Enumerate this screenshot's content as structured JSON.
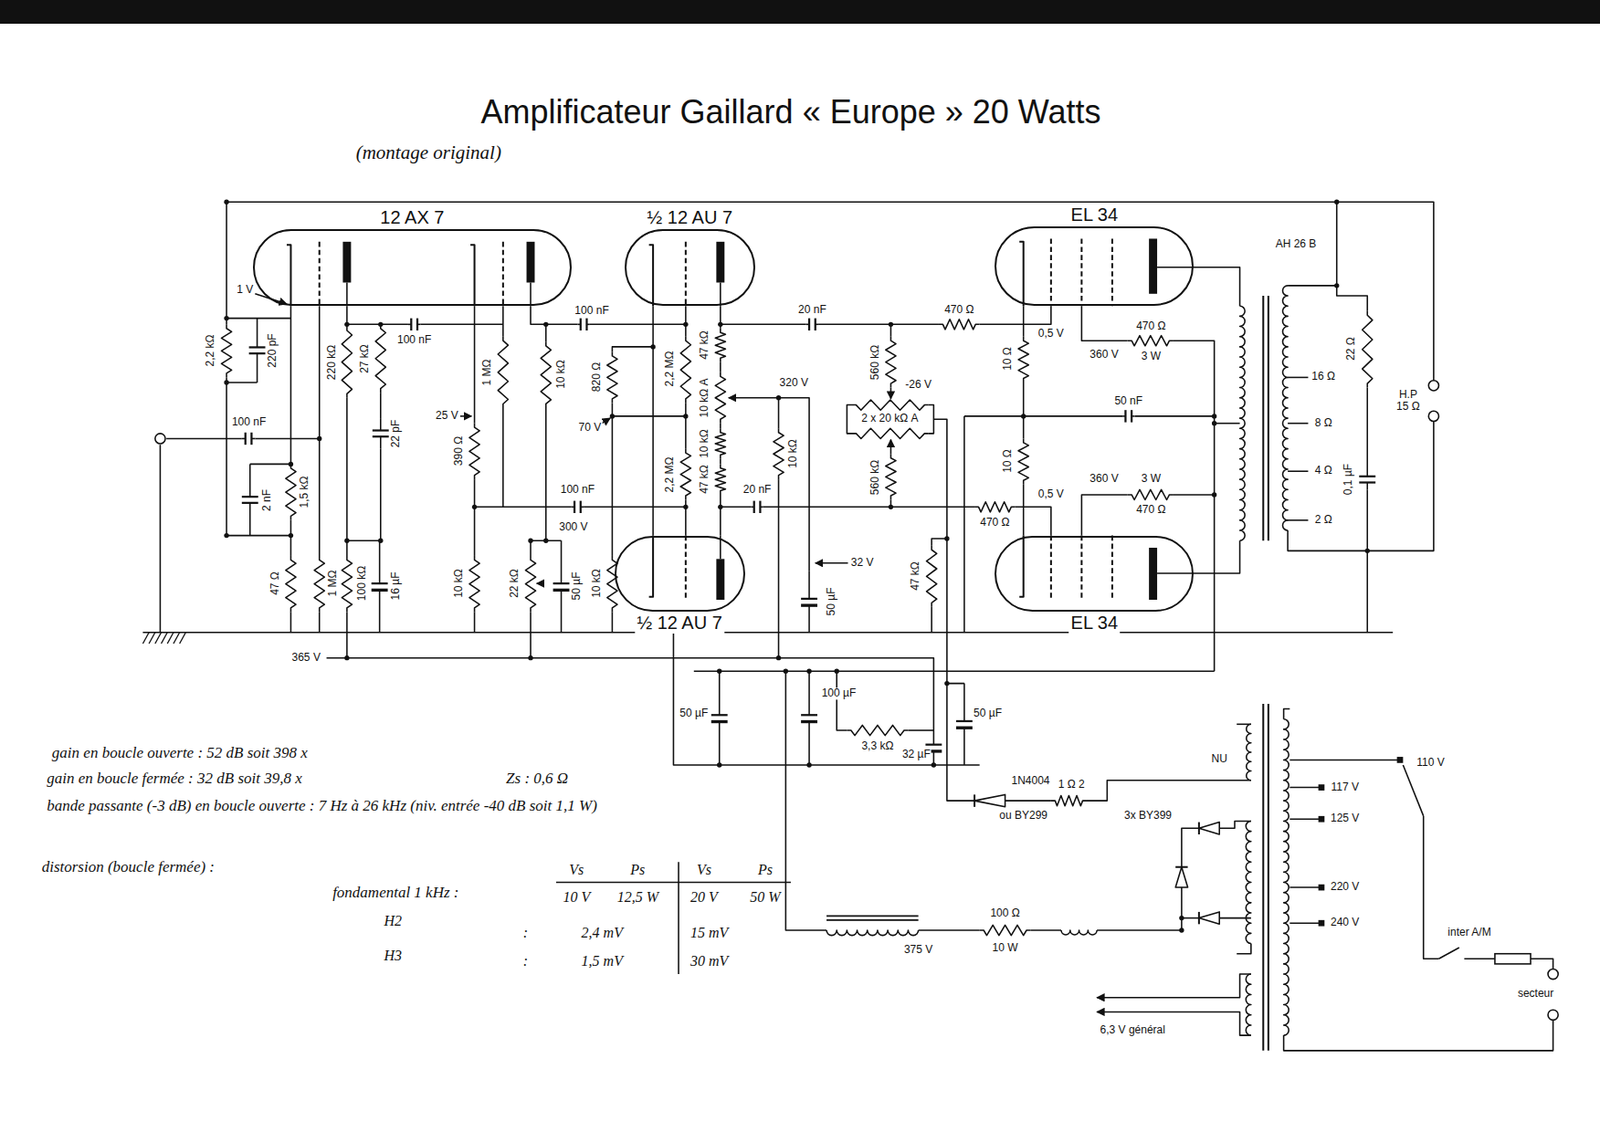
{
  "diagram": {
    "title": "Amplificateur Gaillard « Europe » 20 Watts",
    "nodes": [
      {
        "text": [
          "12 AX 7"
        ]
      },
      {
        "text": [
          "½ 12 AU 7"
        ]
      },
      {
        "text": [
          "EL 34"
        ]
      },
      {
        "text": [
          "½ 12 AU 7"
        ]
      },
      {
        "text": [
          "EL 34"
        ]
      }
    ],
    "labels": [
      "(montage original)",
      "1 V",
      "2,2 kΩ",
      "220 pF",
      "100 nF",
      "2 nF",
      "1,5 kΩ",
      "47 Ω",
      "1 MΩ",
      "100 kΩ",
      "220 kΩ",
      "27 kΩ",
      "22 pF",
      "100 nF",
      "16 µF",
      "25 V",
      "390 Ω",
      "1 MΩ",
      "10 kΩ",
      "10 kΩ",
      "100 nF",
      "22 kΩ",
      "50 µF",
      "300 V",
      "100 nF",
      "820 Ω",
      "70 V",
      "2,2 MΩ",
      "2,2 MΩ",
      "47 kΩ",
      "10 kΩ A",
      "10 kΩ",
      "47 kΩ",
      "10 kΩ",
      "320 V",
      "10 kΩ",
      "20 nF",
      "20 nF",
      "50 µF",
      "32 V",
      "560 kΩ",
      "2 x 20 kΩ A",
      "560 kΩ",
      "-26 V",
      "47 kΩ",
      "470 Ω",
      "470 Ω",
      "0,5 V",
      "0,5 V",
      "10 Ω",
      "10 Ω",
      "360 V",
      "470 Ω",
      "3 W",
      "360 V",
      "3 W",
      "470 Ω",
      "50 nF",
      "AH 26 B",
      "16 Ω",
      "8 Ω",
      "4 Ω",
      "2 Ω",
      "22 Ω",
      "0,1 µF",
      "H.P 15 Ω",
      "365 V",
      "50 µF",
      "100 µF",
      "32 µF",
      "50 µF",
      "3,3 kΩ",
      "1N4004",
      "ou BY299",
      "1 Ω 2",
      "3x BY399",
      "NU",
      "110 V",
      "117 V",
      "125 V",
      "220 V",
      "240 V",
      "375 V",
      "100 Ω",
      "10 W",
      "6,3 V général",
      "inter A/M",
      "secteur",
      "gain en boucle ouverte : 52 dB soit 398 x",
      "gain en boucle fermée : 32 dB soit 39,8 x",
      "Zs : 0,6 Ω",
      "bande passante (-3 dB) en boucle ouverte : 7 Hz à 26 kHz (niv. entrée -40 dB soit 1,1 W)",
      "distorsion (boucle fermée) :",
      "fondamental 1 kHz :",
      "Vs",
      "Ps",
      "Vs",
      "Ps",
      "10 V",
      "12,5 W",
      "20 V",
      "50 W",
      "H2",
      ":",
      "2,4 mV",
      "15 mV",
      "H3",
      ":",
      "1,5 mV",
      "30 mV"
    ]
  }
}
